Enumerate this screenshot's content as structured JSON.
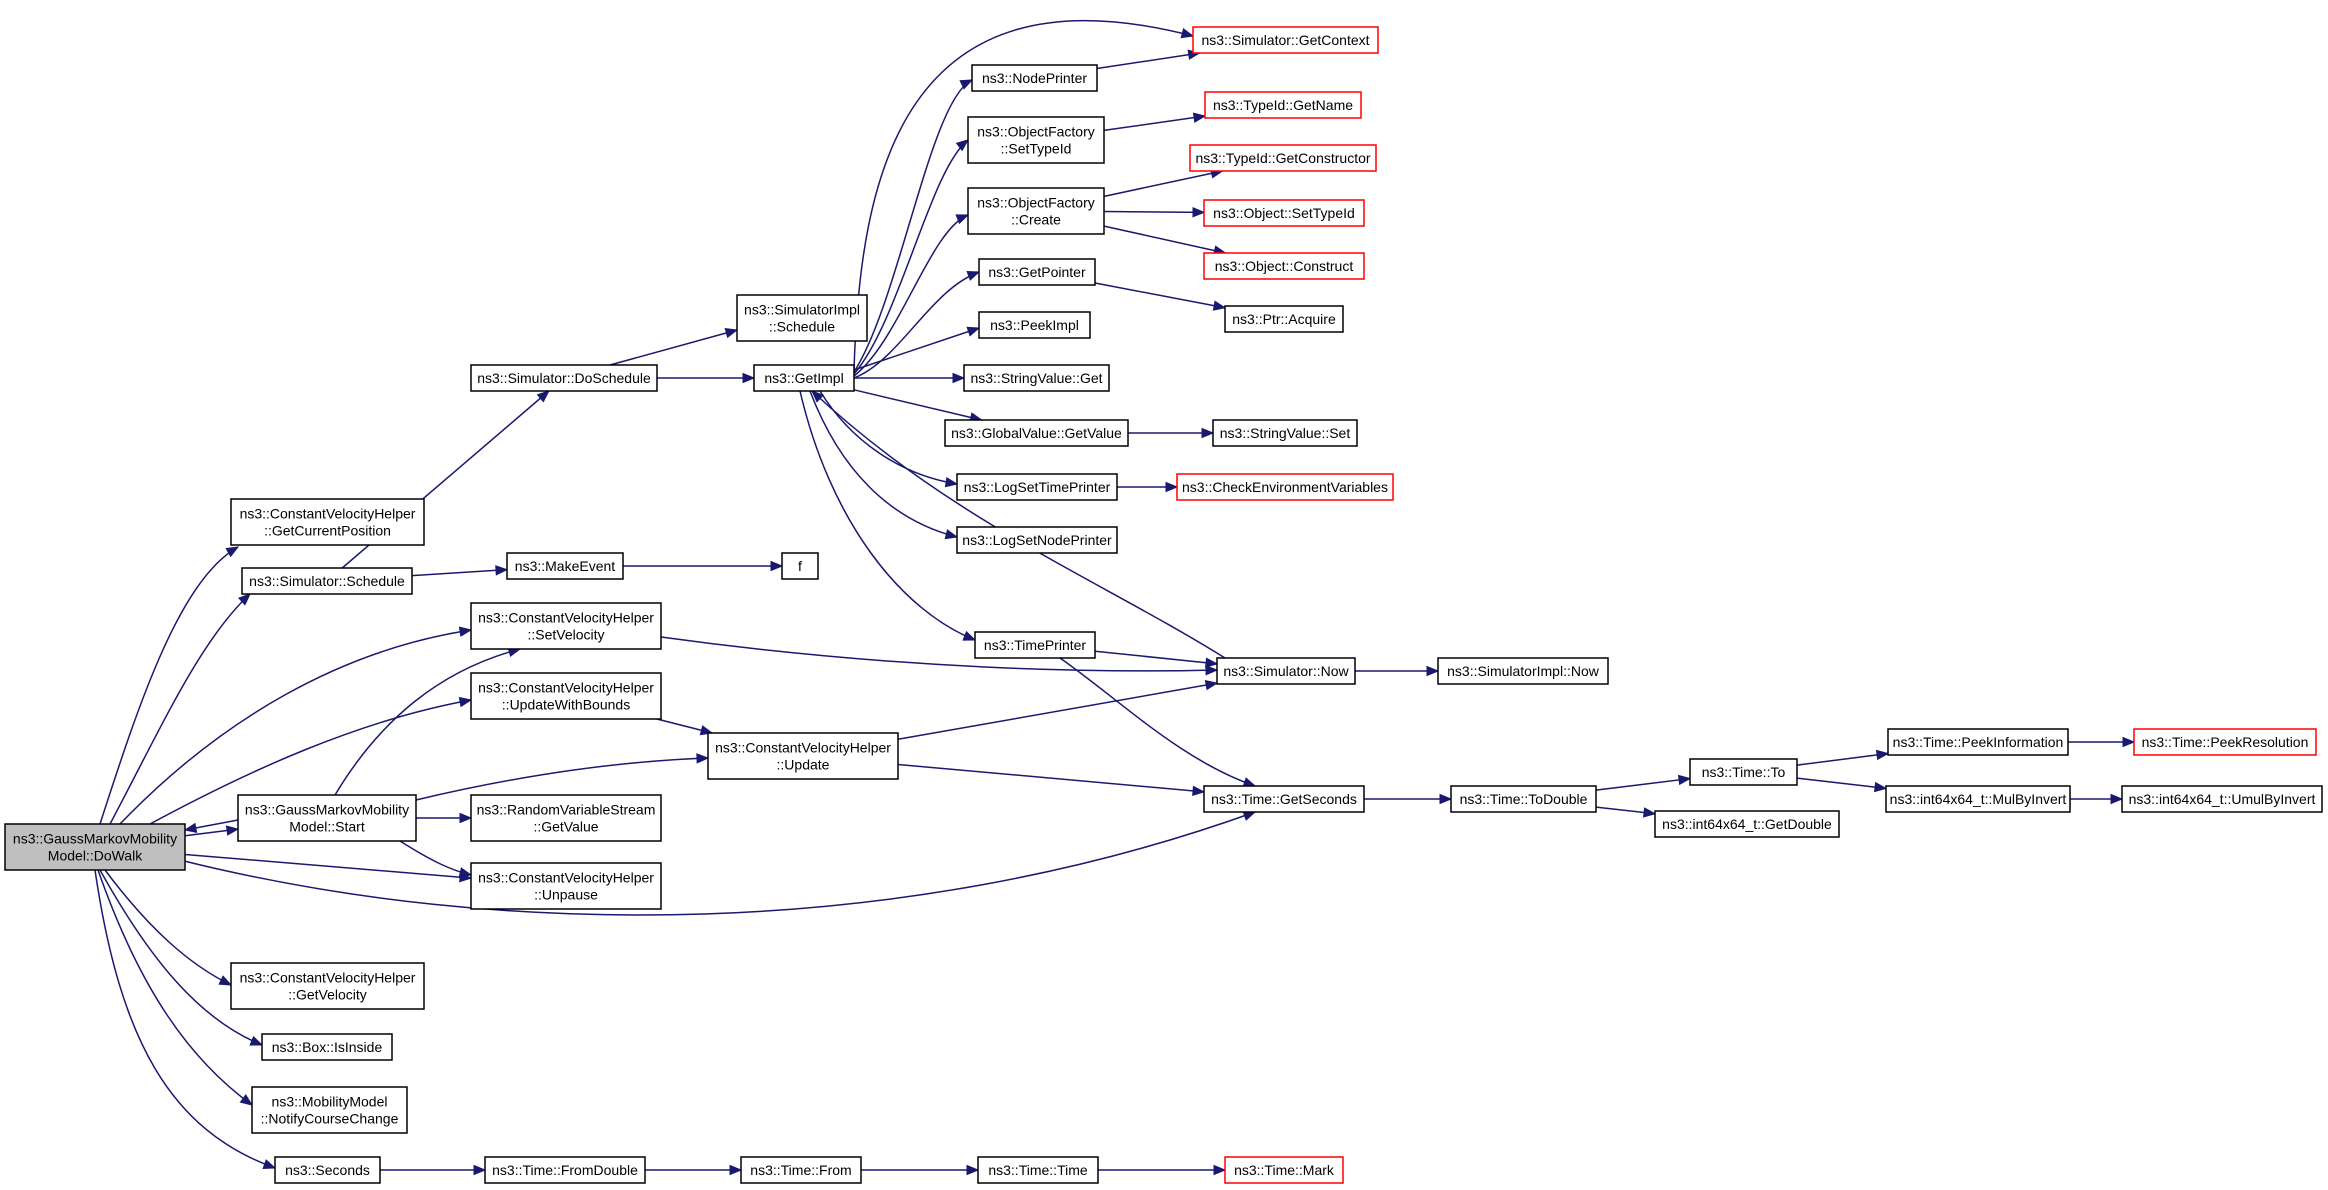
{
  "diagram": {
    "colors": {
      "edge": "#191970",
      "node_border": "#000000",
      "truncated_border": "#ff0000",
      "root_fill": "#bfbfbf",
      "background": "#ffffff"
    },
    "nodes": [
      {
        "id": "dowalk",
        "lines": [
          "ns3::GaussMarkovMobility",
          "Model::DoWalk"
        ],
        "style": "root"
      },
      {
        "id": "start",
        "lines": [
          "ns3::GaussMarkovMobility",
          "Model::Start"
        ]
      },
      {
        "id": "getcurpos",
        "lines": [
          "ns3::ConstantVelocityHelper",
          "::GetCurrentPosition"
        ]
      },
      {
        "id": "simschedule",
        "lines": [
          "ns3::Simulator::Schedule"
        ]
      },
      {
        "id": "setvel",
        "lines": [
          "ns3::ConstantVelocityHelper",
          "::SetVelocity"
        ]
      },
      {
        "id": "updbounds",
        "lines": [
          "ns3::ConstantVelocityHelper",
          "::UpdateWithBounds"
        ]
      },
      {
        "id": "rvs",
        "lines": [
          "ns3::RandomVariableStream",
          "::GetValue"
        ]
      },
      {
        "id": "unpause",
        "lines": [
          "ns3::ConstantVelocityHelper",
          "::Unpause"
        ]
      },
      {
        "id": "getvel",
        "lines": [
          "ns3::ConstantVelocityHelper",
          "::GetVelocity"
        ]
      },
      {
        "id": "isinside",
        "lines": [
          "ns3::Box::IsInside"
        ]
      },
      {
        "id": "notify",
        "lines": [
          "ns3::MobilityModel",
          "::NotifyCourseChange"
        ]
      },
      {
        "id": "seconds",
        "lines": [
          "ns3::Seconds"
        ]
      },
      {
        "id": "doschedule",
        "lines": [
          "ns3::Simulator::DoSchedule"
        ]
      },
      {
        "id": "makeevent",
        "lines": [
          "ns3::MakeEvent"
        ]
      },
      {
        "id": "f",
        "lines": [
          "f"
        ]
      },
      {
        "id": "cvhupdate",
        "lines": [
          "ns3::ConstantVelocityHelper",
          "::Update"
        ]
      },
      {
        "id": "simimplsched",
        "lines": [
          "ns3::SimulatorImpl",
          "::Schedule"
        ]
      },
      {
        "id": "getimpl",
        "lines": [
          "ns3::GetImpl"
        ]
      },
      {
        "id": "nodeprinter",
        "lines": [
          "ns3::NodePrinter"
        ]
      },
      {
        "id": "ofsettype",
        "lines": [
          "ns3::ObjectFactory",
          "::SetTypeId"
        ]
      },
      {
        "id": "ofcreate",
        "lines": [
          "ns3::ObjectFactory",
          "::Create"
        ]
      },
      {
        "id": "getpointer",
        "lines": [
          "ns3::GetPointer"
        ]
      },
      {
        "id": "peekimpl",
        "lines": [
          "ns3::PeekImpl"
        ]
      },
      {
        "id": "strget",
        "lines": [
          "ns3::StringValue::Get"
        ]
      },
      {
        "id": "gvget",
        "lines": [
          "ns3::GlobalValue::GetValue"
        ]
      },
      {
        "id": "logsettime",
        "lines": [
          "ns3::LogSetTimePrinter"
        ]
      },
      {
        "id": "logsetnode",
        "lines": [
          "ns3::LogSetNodePrinter"
        ]
      },
      {
        "id": "timeprinter",
        "lines": [
          "ns3::TimePrinter"
        ]
      },
      {
        "id": "simnow",
        "lines": [
          "ns3::Simulator::Now"
        ]
      },
      {
        "id": "getseconds",
        "lines": [
          "ns3::Time::GetSeconds"
        ]
      },
      {
        "id": "getcontext",
        "lines": [
          "ns3::Simulator::GetContext"
        ],
        "style": "truncated"
      },
      {
        "id": "tidgetname",
        "lines": [
          "ns3::TypeId::GetName"
        ],
        "style": "truncated"
      },
      {
        "id": "tidgetctor",
        "lines": [
          "ns3::TypeId::GetConstructor"
        ],
        "style": "truncated"
      },
      {
        "id": "objsettype",
        "lines": [
          "ns3::Object::SetTypeId"
        ],
        "style": "truncated"
      },
      {
        "id": "objconstruct",
        "lines": [
          "ns3::Object::Construct"
        ],
        "style": "truncated"
      },
      {
        "id": "ptracquire",
        "lines": [
          "ns3::Ptr::Acquire"
        ]
      },
      {
        "id": "strset",
        "lines": [
          "ns3::StringValue::Set"
        ]
      },
      {
        "id": "checkenv",
        "lines": [
          "ns3::CheckEnvironmentVariables"
        ],
        "style": "truncated"
      },
      {
        "id": "simimplnow",
        "lines": [
          "ns3::SimulatorImpl::Now"
        ]
      },
      {
        "id": "todouble",
        "lines": [
          "ns3::Time::ToDouble"
        ]
      },
      {
        "id": "getdouble",
        "lines": [
          "ns3::int64x64_t::GetDouble"
        ]
      },
      {
        "id": "timeto",
        "lines": [
          "ns3::Time::To"
        ]
      },
      {
        "id": "peekinfo",
        "lines": [
          "ns3::Time::PeekInformation"
        ]
      },
      {
        "id": "peekres",
        "lines": [
          "ns3::Time::PeekResolution"
        ],
        "style": "truncated"
      },
      {
        "id": "mulbyinv",
        "lines": [
          "ns3::int64x64_t::MulByInvert"
        ]
      },
      {
        "id": "umulbyinv",
        "lines": [
          "ns3::int64x64_t::UmulByInvert"
        ]
      },
      {
        "id": "fromdouble",
        "lines": [
          "ns3::Time::FromDouble"
        ]
      },
      {
        "id": "timefrom",
        "lines": [
          "ns3::Time::From"
        ]
      },
      {
        "id": "timetime",
        "lines": [
          "ns3::Time::Time"
        ]
      },
      {
        "id": "timemark",
        "lines": [
          "ns3::Time::Mark"
        ],
        "style": "truncated"
      }
    ],
    "edges": [
      [
        "dowalk",
        "getcurpos"
      ],
      [
        "dowalk",
        "simschedule"
      ],
      [
        "dowalk",
        "setvel"
      ],
      [
        "dowalk",
        "updbounds"
      ],
      [
        "dowalk",
        "start"
      ],
      [
        "dowalk",
        "unpause"
      ],
      [
        "dowalk",
        "getseconds"
      ],
      [
        "dowalk",
        "getvel"
      ],
      [
        "dowalk",
        "isinside"
      ],
      [
        "dowalk",
        "notify"
      ],
      [
        "dowalk",
        "seconds"
      ],
      [
        "start",
        "dowalk"
      ],
      [
        "start",
        "setvel"
      ],
      [
        "start",
        "cvhupdate"
      ],
      [
        "start",
        "rvs"
      ],
      [
        "start",
        "unpause"
      ],
      [
        "simschedule",
        "doschedule"
      ],
      [
        "simschedule",
        "makeevent"
      ],
      [
        "makeevent",
        "f"
      ],
      [
        "doschedule",
        "simimplsched"
      ],
      [
        "doschedule",
        "getimpl"
      ],
      [
        "setvel",
        "simnow"
      ],
      [
        "updbounds",
        "cvhupdate"
      ],
      [
        "cvhupdate",
        "simnow"
      ],
      [
        "cvhupdate",
        "getseconds"
      ],
      [
        "getimpl",
        "nodeprinter"
      ],
      [
        "getimpl",
        "getcontext"
      ],
      [
        "getimpl",
        "ofsettype"
      ],
      [
        "getimpl",
        "ofcreate"
      ],
      [
        "getimpl",
        "getpointer"
      ],
      [
        "getimpl",
        "peekimpl"
      ],
      [
        "getimpl",
        "strget"
      ],
      [
        "getimpl",
        "gvget"
      ],
      [
        "getimpl",
        "logsettime"
      ],
      [
        "getimpl",
        "logsetnode"
      ],
      [
        "getimpl",
        "timeprinter"
      ],
      [
        "simnow",
        "getimpl"
      ],
      [
        "simnow",
        "simimplnow"
      ],
      [
        "timeprinter",
        "simnow"
      ],
      [
        "timeprinter",
        "getseconds"
      ],
      [
        "nodeprinter",
        "getcontext"
      ],
      [
        "ofsettype",
        "tidgetname"
      ],
      [
        "ofcreate",
        "tidgetctor"
      ],
      [
        "ofcreate",
        "objsettype"
      ],
      [
        "ofcreate",
        "objconstruct"
      ],
      [
        "getpointer",
        "ptracquire"
      ],
      [
        "gvget",
        "strset"
      ],
      [
        "logsettime",
        "checkenv"
      ],
      [
        "getseconds",
        "todouble"
      ],
      [
        "todouble",
        "timeto"
      ],
      [
        "todouble",
        "getdouble"
      ],
      [
        "timeto",
        "peekinfo"
      ],
      [
        "timeto",
        "mulbyinv"
      ],
      [
        "peekinfo",
        "peekres"
      ],
      [
        "mulbyinv",
        "umulbyinv"
      ],
      [
        "seconds",
        "fromdouble"
      ],
      [
        "fromdouble",
        "timefrom"
      ],
      [
        "timefrom",
        "timetime"
      ],
      [
        "timetime",
        "timemark"
      ]
    ]
  }
}
